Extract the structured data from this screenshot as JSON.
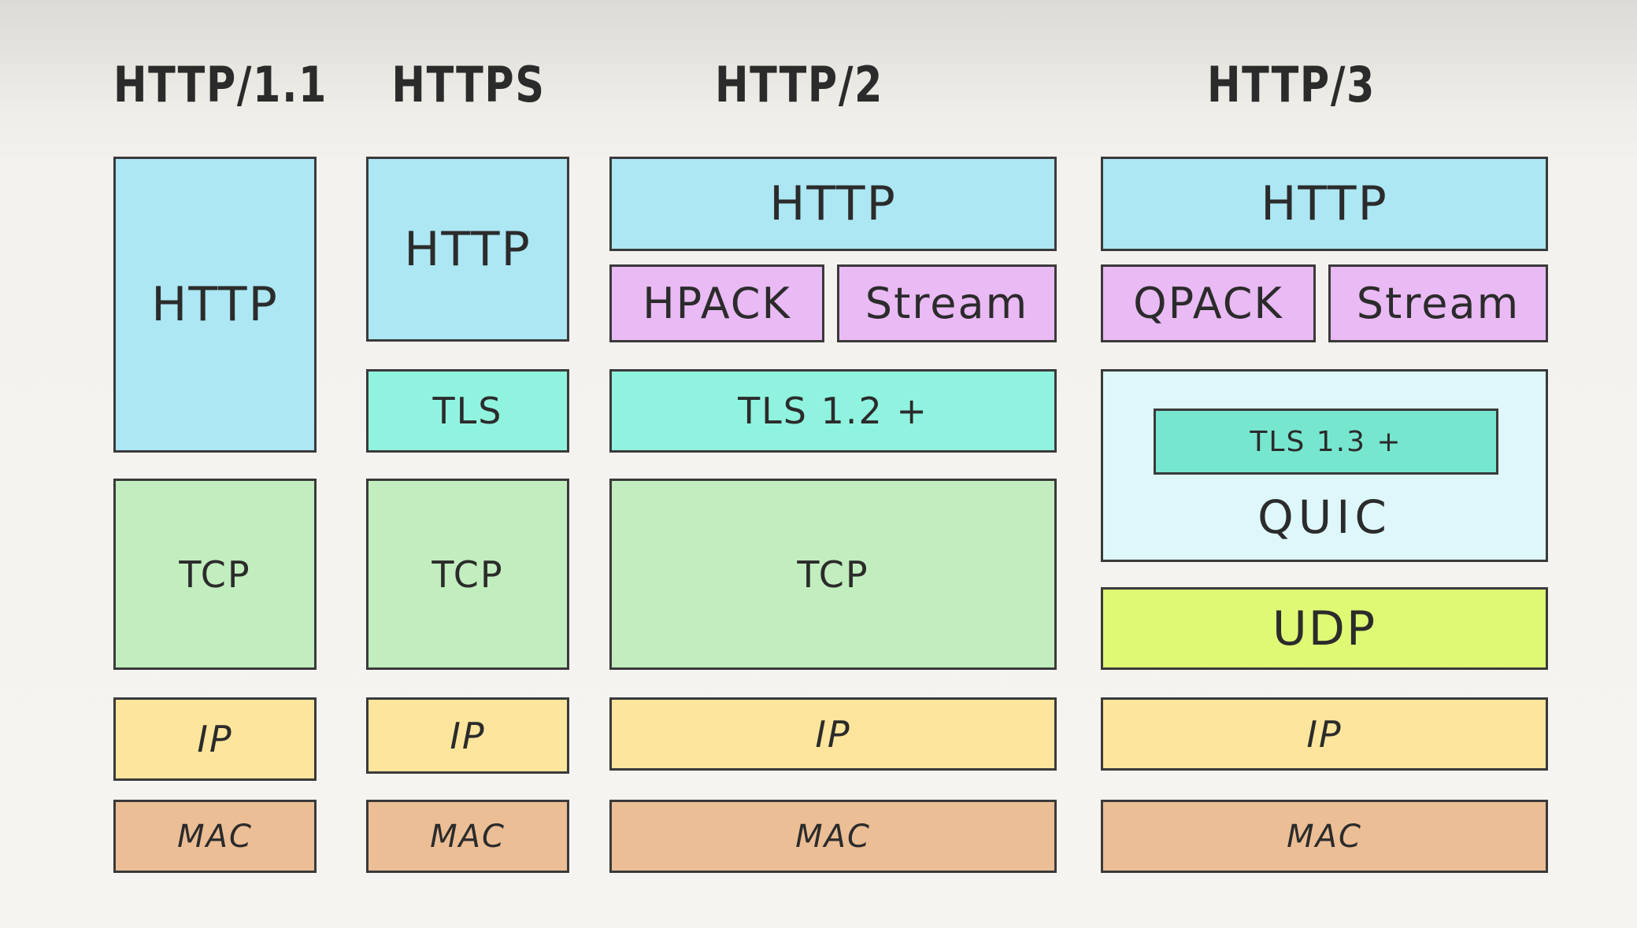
{
  "columns": [
    {
      "title": "HTTP/1.1",
      "layers": {
        "http": "HTTP",
        "tcp": "TCP",
        "ip": "IP",
        "mac": "MAC"
      }
    },
    {
      "title": "HTTPS",
      "layers": {
        "http": "HTTP",
        "tls": "TLS",
        "tcp": "TCP",
        "ip": "IP",
        "mac": "MAC"
      }
    },
    {
      "title": "HTTP/2",
      "layers": {
        "http": "HTTP",
        "hpack": "HPACK",
        "stream": "Stream",
        "tls": "TLS 1.2 +",
        "tcp": "TCP",
        "ip": "IP",
        "mac": "MAC"
      }
    },
    {
      "title": "HTTP/3",
      "layers": {
        "http": "HTTP",
        "qpack": "QPACK",
        "stream": "Stream",
        "tls": "TLS 1.3 +",
        "quic": "QUIC",
        "udp": "UDP",
        "ip": "IP",
        "mac": "MAC"
      }
    }
  ],
  "colors": {
    "http": "#ace7f3",
    "header_compression": "#e9baf4",
    "tls": "#90f3df",
    "tcp": "#c2edbe",
    "quic": "#def7fa",
    "udp": "#defa74",
    "ip": "#fde59d",
    "mac": "#ebbe96",
    "border": "#3a3a3a",
    "text": "#2b2b2b"
  }
}
